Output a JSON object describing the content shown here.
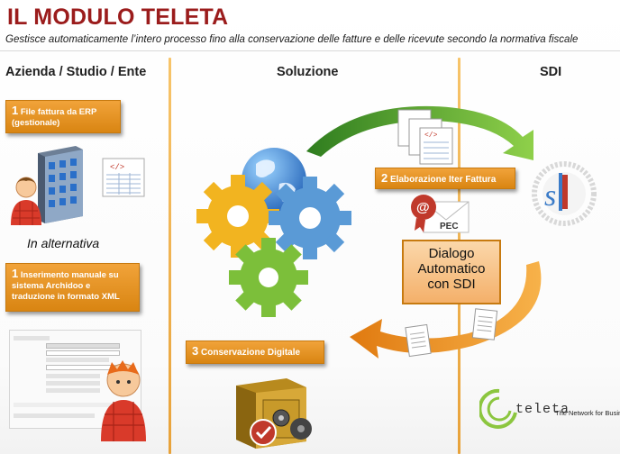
{
  "header": {
    "title": "IL MODULO TELETA",
    "subtitle": "Gestisce automaticamente l’intero processo fino alla conservazione delle fatture e delle ricevute secondo la normativa fiscale"
  },
  "columns": {
    "left": "Azienda / Studio / Ente",
    "middle": "Soluzione",
    "right": "SDI"
  },
  "steps": {
    "erp": {
      "num": "1",
      "text": "File fattura da ERP (gestionale)"
    },
    "alternative": "In alternativa",
    "manual": {
      "num": "1",
      "text": "Inserimento manuale su sistema Archidoo e traduzione in formato XML"
    },
    "elaborazione": {
      "num": "2",
      "text": "Elaborazione Iter Fattura"
    },
    "conservazione": {
      "num": "3",
      "text": "Conservazione Digitale"
    }
  },
  "dialog": {
    "line1": "Dialogo",
    "line2": "Automatico",
    "line3": "con SDI"
  },
  "pec_label": "PEC",
  "brand": {
    "name": "teleta",
    "tagline": "The Network for Business"
  },
  "colors": {
    "title": "#9b1c1c",
    "accent_orange": "#e8951f",
    "arrow_green": "#4a9a2a",
    "arrow_orange": "#e88a14",
    "gear_yellow": "#f2b420",
    "gear_blue": "#5a9ad6",
    "gear_green": "#7cbf3a"
  },
  "icons": [
    "building-icon",
    "person-icon",
    "xml-document-icon",
    "globe-icon",
    "gears-icon",
    "pec-mail-icon",
    "sdi-logo-icon",
    "safe-icon",
    "teleta-logo-icon"
  ]
}
